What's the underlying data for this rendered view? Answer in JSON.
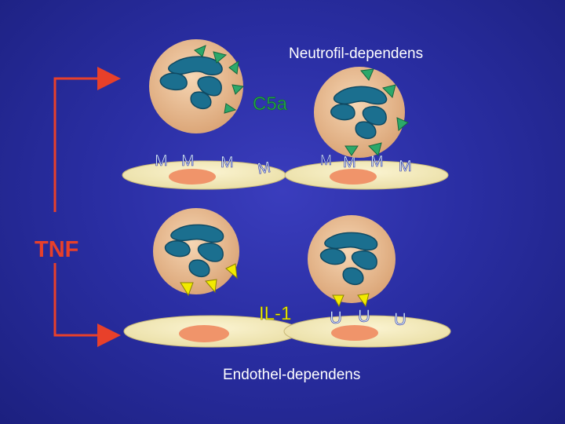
{
  "labels": {
    "top": "Neutrofil-dependens",
    "bottom": "Endothel-dependens",
    "c5a": "C5a",
    "tnf": "TNF",
    "il1": "IL-1"
  },
  "receptor_glyphs": {
    "m": "M",
    "u": "U"
  },
  "colors": {
    "background": "#2a2ea3",
    "arrow": "#e8402a",
    "c5a_text": "#21a34a",
    "tnf_text": "#e8402a",
    "il1_text": "#f0f000",
    "cell_body": "#e9b78b",
    "nucleus": "#1b6f8f",
    "endothelium": "#f4eab8",
    "endo_nucleus": "#f0946a",
    "c5a_receptor": "#2ca86a",
    "il1_receptor": "#f2ea00"
  }
}
